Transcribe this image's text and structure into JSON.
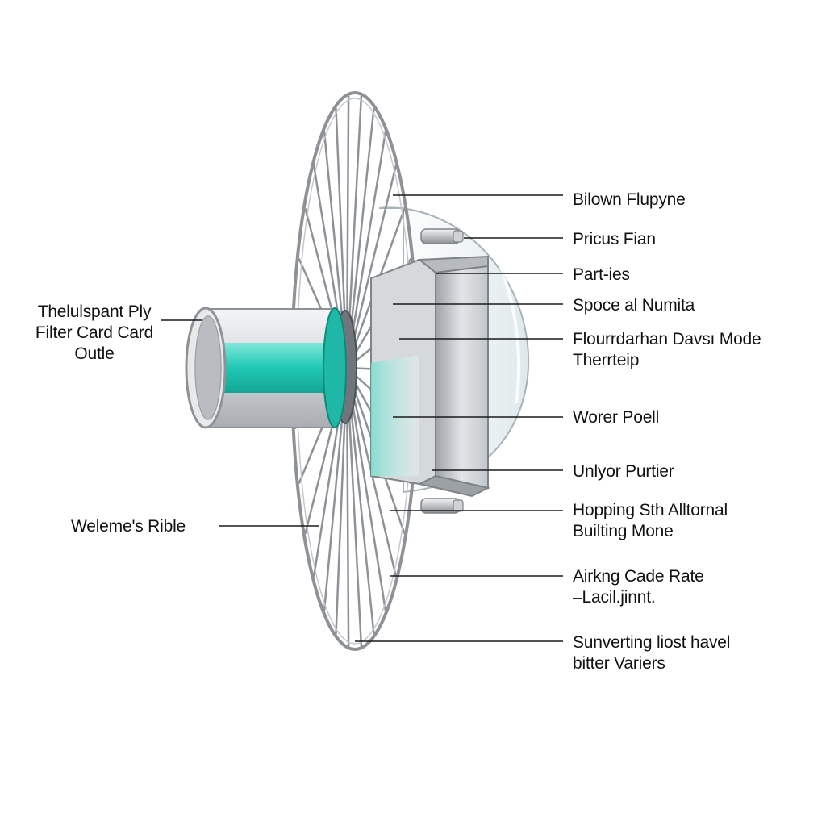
{
  "colors": {
    "accent_teal": "#1fc8b4",
    "frame_metal": "#8e9297",
    "leader_line": "#1a1a1a",
    "background": "#ffffff"
  },
  "labels": {
    "left_top": {
      "line1": "Thelulspant Ply",
      "line2": "Filter Card Card",
      "line3": "Outle"
    },
    "left_bottom": "Weleme's Rible",
    "right": [
      {
        "line1": "Bilown Flupyne"
      },
      {
        "line1": "Pricus Fian"
      },
      {
        "line1": "Part-ies"
      },
      {
        "line1": "Spoce al Numita"
      },
      {
        "line1": "Flourrdarhan Davsı Mode",
        "line2": "Therrteip"
      },
      {
        "line1": "Worer Poell"
      },
      {
        "line1": "Unlyor Purtier"
      },
      {
        "line1": "Hopping Sth Alltornal",
        "line2": "Builting Mone"
      },
      {
        "line1": "Airkng Cade Rate",
        "line2": "–Lacil.jinnt."
      },
      {
        "line1": "Sunverting liost havel",
        "line2": "bitter Variers"
      }
    ]
  }
}
